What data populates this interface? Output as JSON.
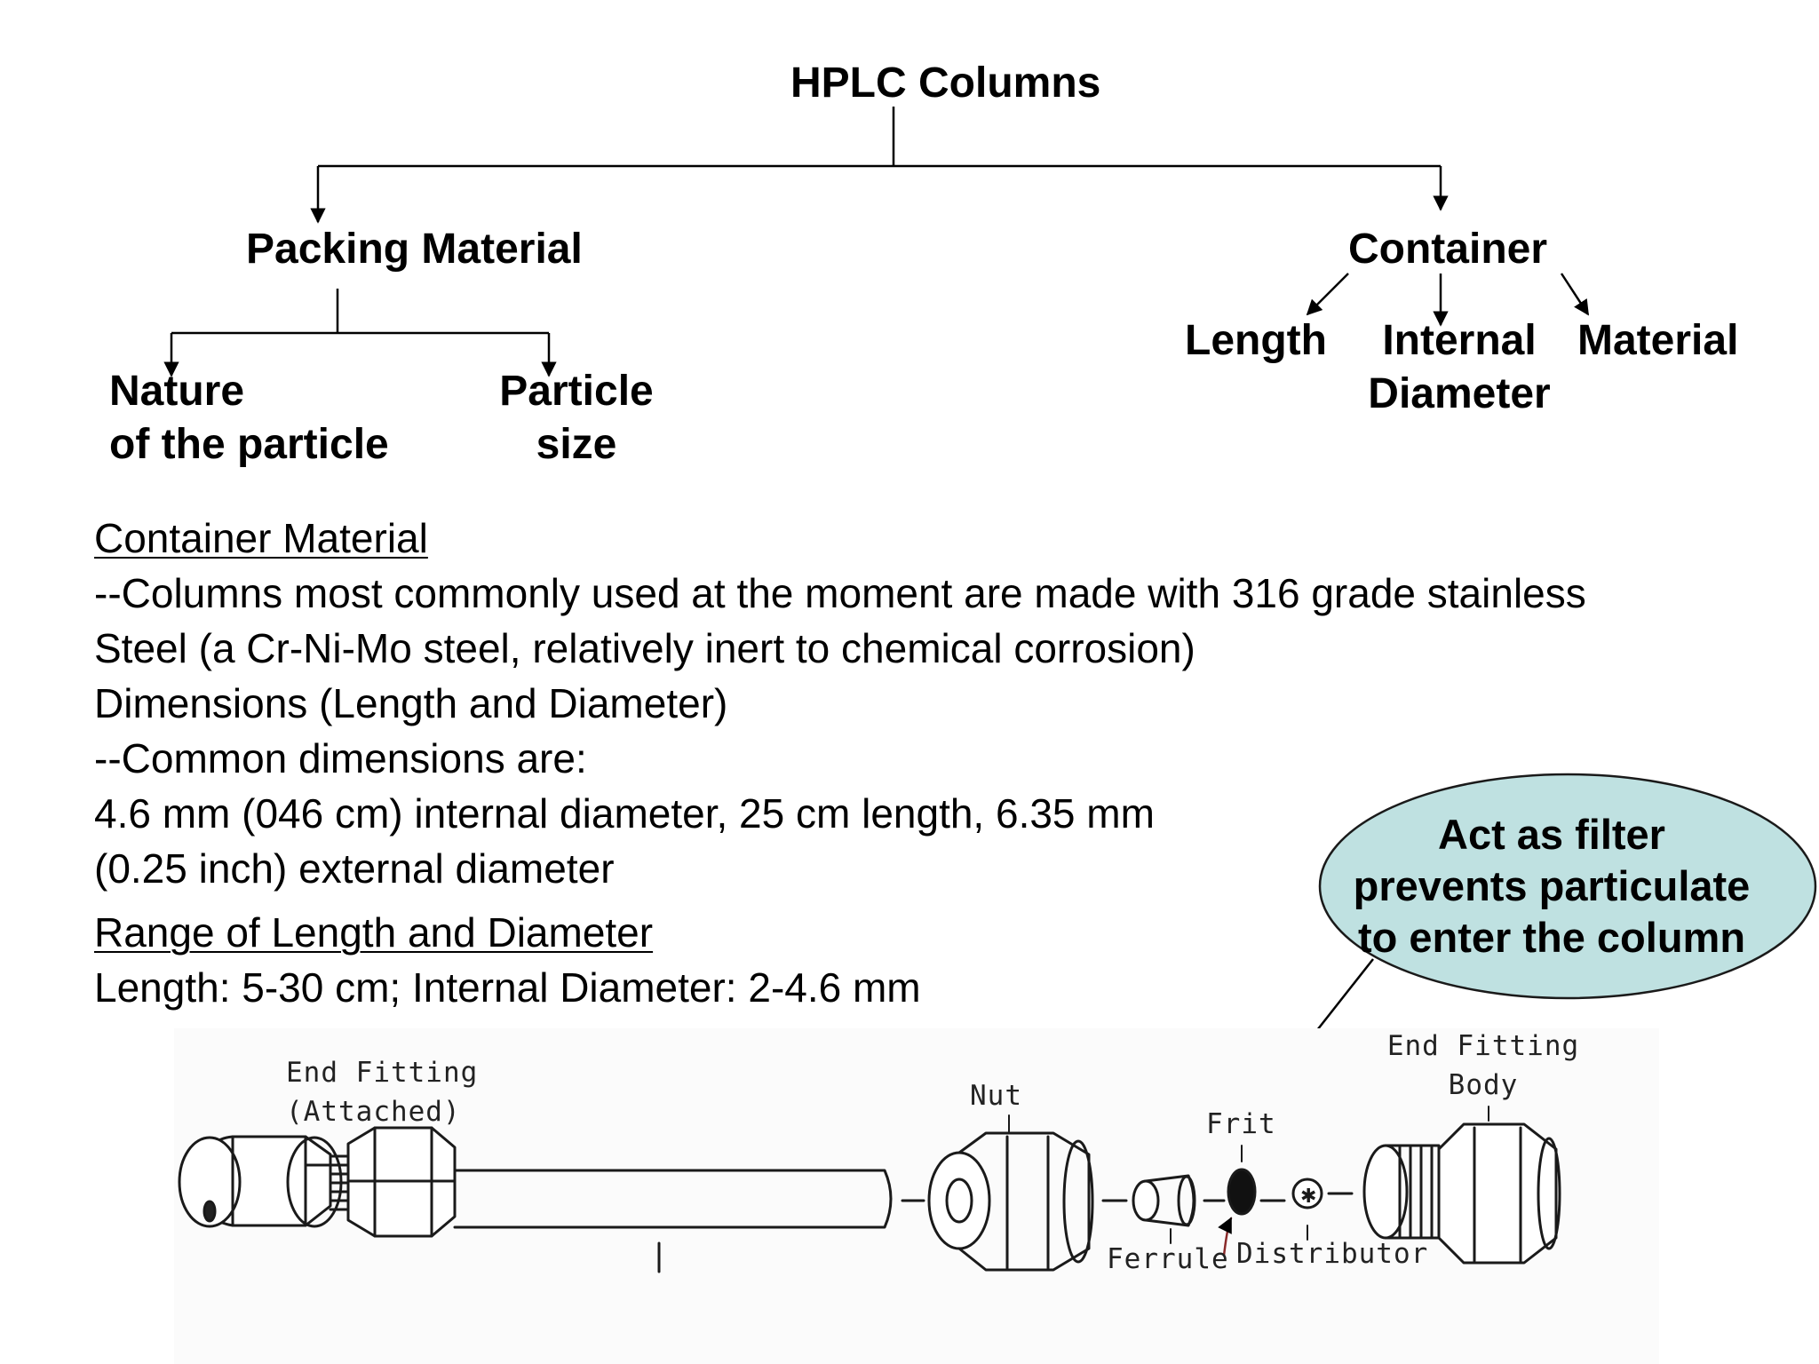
{
  "tree": {
    "root": "HPLC Columns",
    "packing": {
      "label": "Packing Material",
      "nature_line1": "Nature",
      "nature_line2": "of the particle",
      "size_line1": "Particle",
      "size_line2": "size"
    },
    "container": {
      "label": "Container",
      "length": "Length",
      "internal_line1": "Internal",
      "internal_line2": "Diameter",
      "material": "Material"
    }
  },
  "text": {
    "container_material_heading": "Container Material",
    "line1": "--Columns most commonly used at the moment are made with 316 grade stainless",
    "line2": "Steel (a Cr-Ni-Mo steel, relatively inert to chemical corrosion)",
    "line3": "Dimensions (Length and Diameter)",
    "line4": "--Common dimensions are:",
    "line5": "4.6 mm (046 cm) internal diameter, 25 cm length, 6.35 mm",
    "line6": "(0.25 inch) external diameter",
    "range_heading": "Range of Length and Diameter",
    "range_line": "Length:  5-30 cm;  Internal Diameter:  2-4.6 mm"
  },
  "callout": {
    "line1": "Act as filter",
    "line2": "prevents particulate",
    "line3": "to enter the column",
    "fill": "#bfe1e1"
  },
  "parts": {
    "end_fitting_attached_1": "End Fitting",
    "end_fitting_attached_2": "(Attached)",
    "nut": "Nut",
    "frit": "Frit",
    "end_fitting_body_1": "End Fitting",
    "end_fitting_body_2": "Body",
    "ferrule": "Ferrule",
    "distributor": "Distributor"
  }
}
